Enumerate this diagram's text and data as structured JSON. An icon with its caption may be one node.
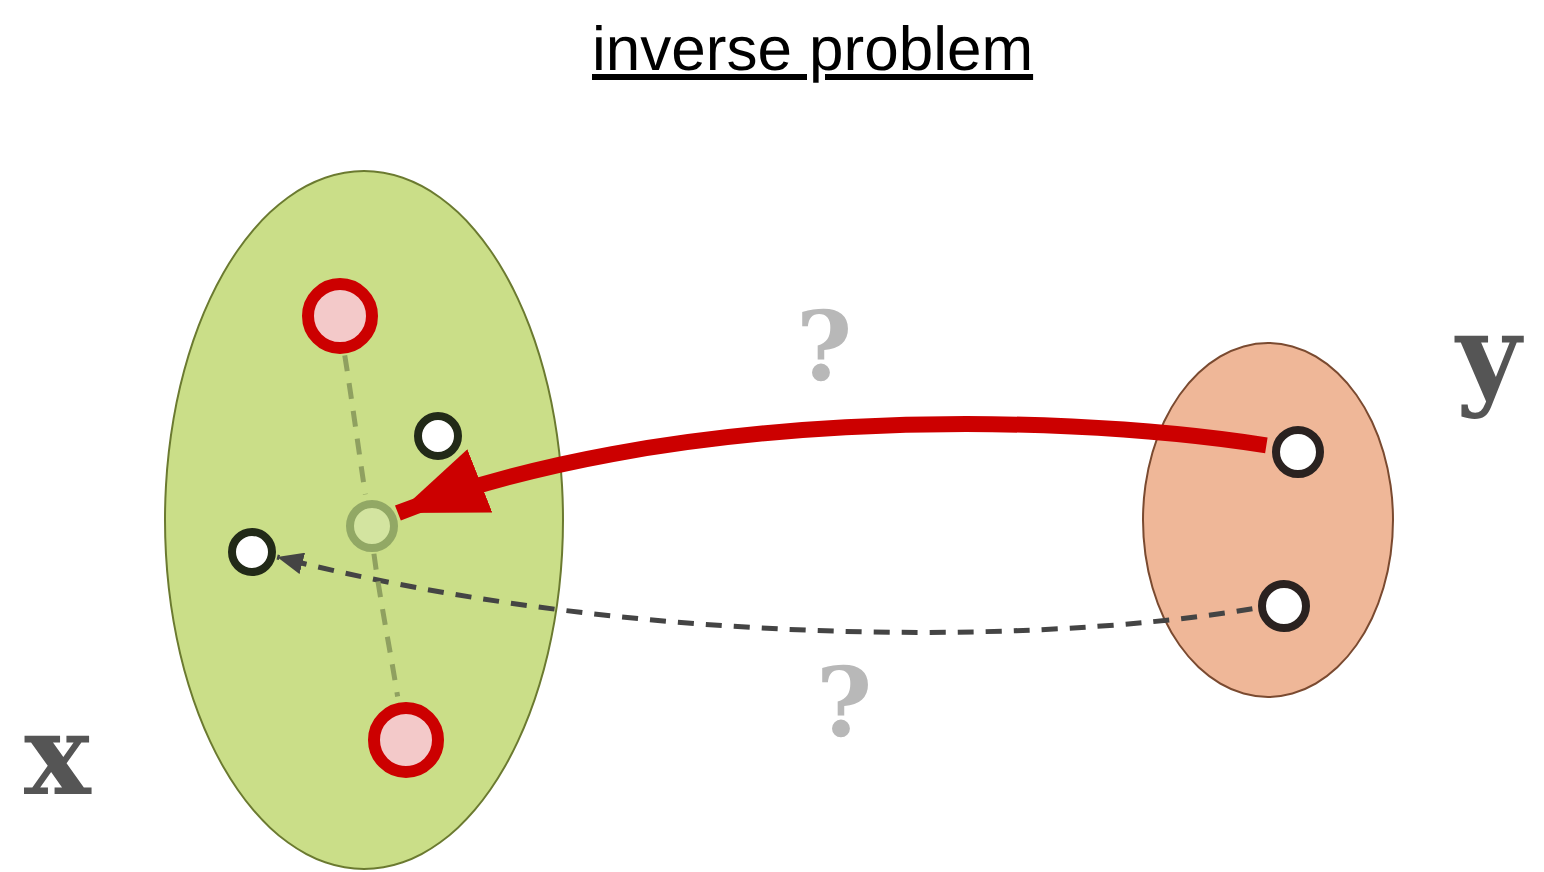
{
  "diagram": {
    "title": "inverse problem",
    "nodes": [
      {
        "text": [],
        "shape": "ellipse",
        "beside": [
          "x"
        ]
      },
      {
        "text": [],
        "shape": "circle",
        "in": 0
      },
      {
        "text": [],
        "shape": "circle",
        "in": 0
      },
      {
        "text": [],
        "shape": "circle",
        "in": 0
      },
      {
        "text": [],
        "shape": "circle",
        "in": 0
      },
      {
        "text": [],
        "shape": "circle",
        "in": 0
      },
      {
        "text": [],
        "shape": "ellipse",
        "beside": [
          "y"
        ]
      },
      {
        "text": [],
        "shape": "circle",
        "in": 6
      },
      {
        "text": [],
        "shape": "circle",
        "in": 6
      }
    ],
    "edges": [
      {
        "from": 7,
        "to": 3,
        "arrow": "to",
        "label": "?",
        "style": "thick",
        "color": "#cc0000"
      },
      {
        "from": 8,
        "to": 4,
        "arrow": "to",
        "label": "?",
        "style": "dashed",
        "color": "#444444"
      },
      {
        "from": 1,
        "to": 3,
        "arrow": "none",
        "style": "dashed",
        "color": "#8fa060"
      },
      {
        "from": 3,
        "to": 5,
        "arrow": "none",
        "style": "dashed",
        "color": "#8fa060"
      }
    ]
  }
}
